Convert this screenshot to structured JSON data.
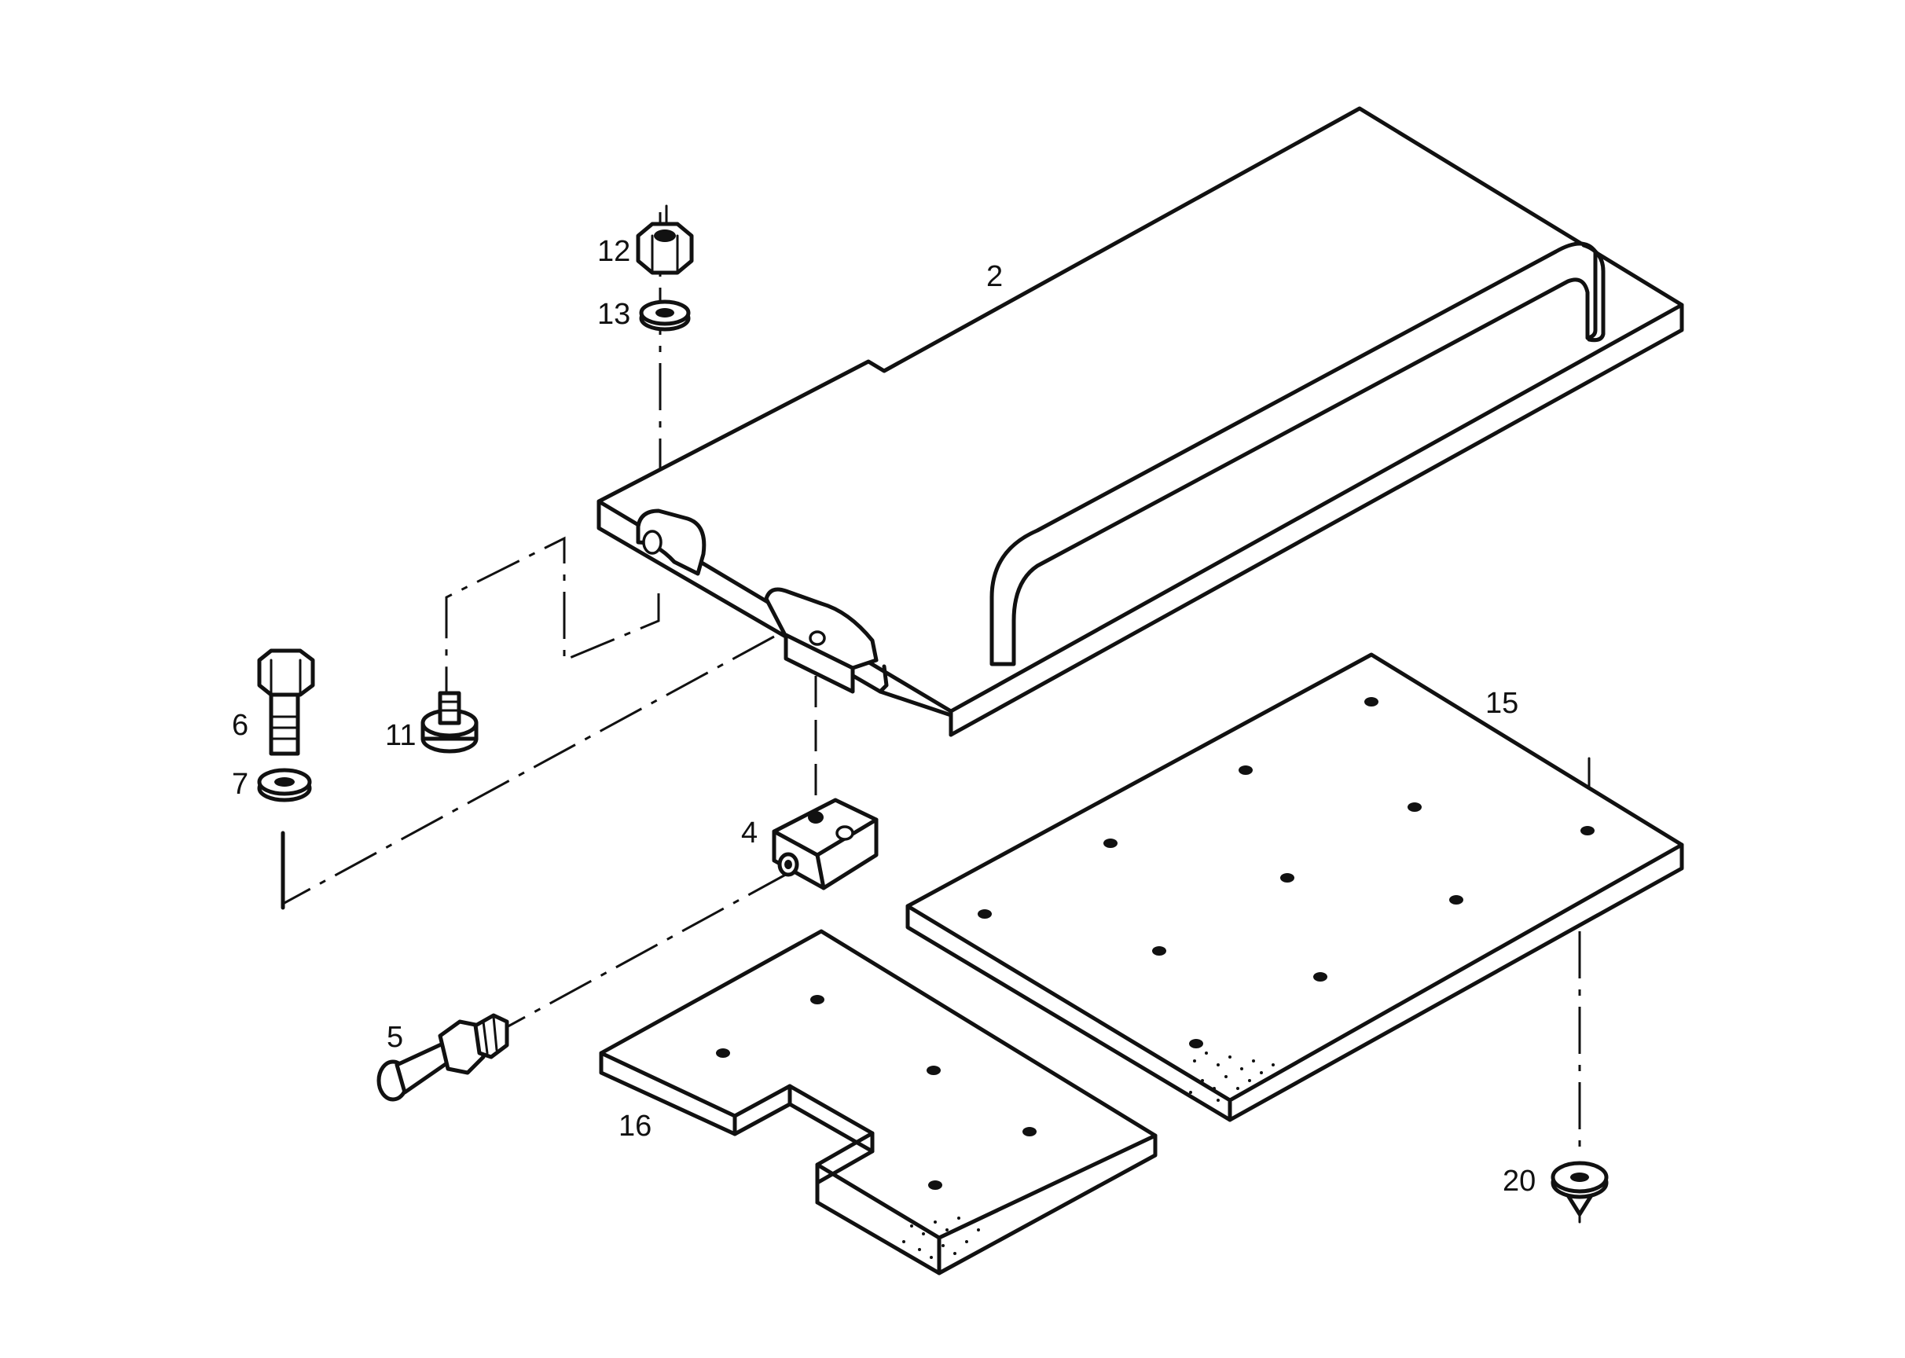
{
  "callouts": {
    "c2": "2",
    "c4": "4",
    "c5": "5",
    "c6": "6",
    "c7": "7",
    "c11": "11",
    "c12": "12",
    "c13": "13",
    "c15": "15",
    "c16": "16",
    "c20": "20"
  }
}
